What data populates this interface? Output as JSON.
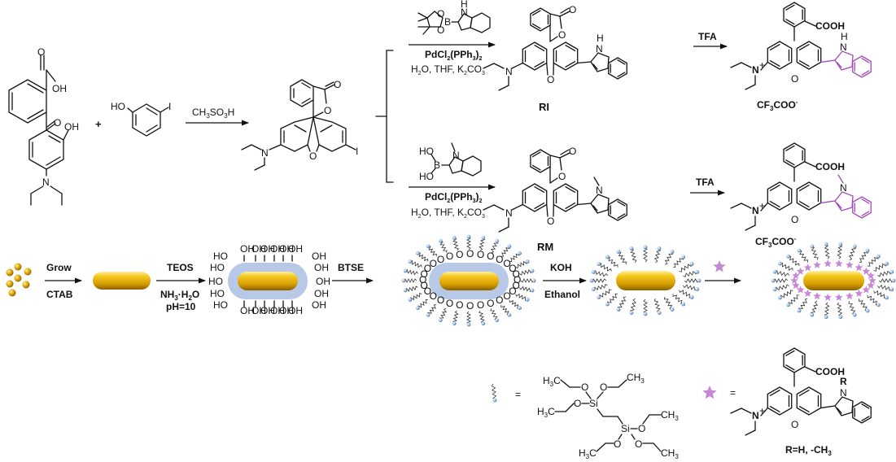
{
  "title": "Synthesis of rhodamine-indole dyes (RI, RM) and fabrication of dye-loaded gold nanorod core-shell particles",
  "colors": {
    "gold": "#e0a800",
    "gold_light": "#ffe37a",
    "gold_dark": "#a97800",
    "silica_shell": "#b7c9e6",
    "dye_star": "#c688d4",
    "indole_highlight": "#a04ab8",
    "cation_n": "#d0202c",
    "r_label": "#b32fc0",
    "silane_bead": "#8fb3d9"
  },
  "scheme1": {
    "reactant1": {
      "labels": {
        "acid": "OH",
        "ketone_o": "O",
        "phenol": "OH",
        "amine": "N"
      }
    },
    "plus": "+",
    "reactant2": {
      "labels": {
        "ho": "HO",
        "iodo": "I"
      }
    },
    "step1_reagent": "CH3SO3H",
    "intermediate": {
      "labels": {
        "carbonyl_o": "O",
        "ring_o": "O",
        "xanthene_o": "O",
        "amine": "N",
        "iodo": "I"
      }
    },
    "branch_top": {
      "boronate": {
        "labels": {
          "nh": "H",
          "n": "N",
          "b": "B",
          "o1": "O",
          "o2": "O"
        }
      },
      "reagent_line1": "PdCl2(PPh3)2",
      "reagent_line2": "H2O, THF, K2CO3",
      "product_label": "RI",
      "acid_reagent": "TFA",
      "final_counterion": "CF3COO-",
      "final_acid": "COOH"
    },
    "branch_bottom": {
      "boronic_acid": {
        "labels": {
          "ho1": "HO",
          "ho2": "HO",
          "b": "B",
          "n": "N"
        }
      },
      "reagent_line1": "PdCl2(PPh3)2",
      "reagent_line2": "H2O, THF, K2CO3",
      "product_label": "RM",
      "acid_reagent": "TFA",
      "final_counterion": "CF3COO-",
      "final_acid": "COOH"
    }
  },
  "scheme2": {
    "step1": {
      "top": "Grow",
      "bottom": "CTAB"
    },
    "step2": {
      "top": "TEOS",
      "bottom1": "NH3·H2O",
      "bottom2": "pH=10"
    },
    "step3": {
      "top": "BTSE"
    },
    "step4": {
      "top": "KOH",
      "bottom": "Ethanol"
    },
    "step5": {
      "top_icon": "star"
    },
    "oh_label": "OH",
    "ho_label": "HO",
    "o_label": "O"
  },
  "legend": {
    "silane_equals": "=",
    "btse_labels": {
      "ch3": "CH3",
      "h3c": "H3C",
      "o": "O",
      "si": "Si"
    },
    "star_equals": "=",
    "dye_labels": {
      "cooh": "COOH",
      "r": "R",
      "n": "N",
      "o": "O"
    },
    "r_definition": "R=H, -CH3"
  }
}
